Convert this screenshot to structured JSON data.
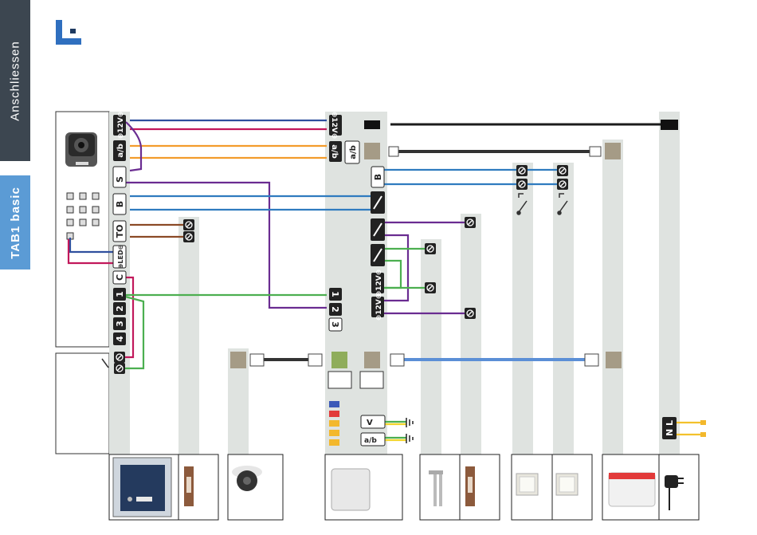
{
  "side_tabs": {
    "top": "Anschliessen",
    "bottom": "TAB1 basic"
  },
  "indoor_panel": {
    "terminals": [
      "⊕12V⊖",
      "a/b",
      "S",
      "B",
      "TO",
      "⊕LED⊖",
      "C",
      "1",
      "2",
      "3",
      "4"
    ]
  },
  "hub": {
    "left_terminals": [
      "⊕12V⊖",
      "a/b",
      "1",
      "2",
      "3"
    ],
    "ab_button": "a/b",
    "right_terminals": [
      "B",
      "⊕12V⊖",
      "⊕12V⊖"
    ],
    "power_labels": [
      "V",
      "a/b"
    ]
  },
  "mains": {
    "label": "N L"
  },
  "colors": {
    "blue": "#2f4f9e",
    "magenta": "#c2185b",
    "orange": "#f39c2c",
    "purple": "#6a2c91",
    "brown": "#8b4a26",
    "green": "#4caf50",
    "ethernet": "#5b8fd6",
    "rail": "#dfe3e0",
    "dark": "#1c1c1c"
  },
  "icons": [
    "brand-logo-icon",
    "terminal-screw-icon",
    "push-button-icon",
    "rj45-plug-icon",
    "doorbell-panel-icon",
    "door-opener-icon",
    "camera-icon",
    "control-box-icon",
    "light-switch-icon",
    "router-icon",
    "power-adapter-icon",
    "ground-icon"
  ]
}
